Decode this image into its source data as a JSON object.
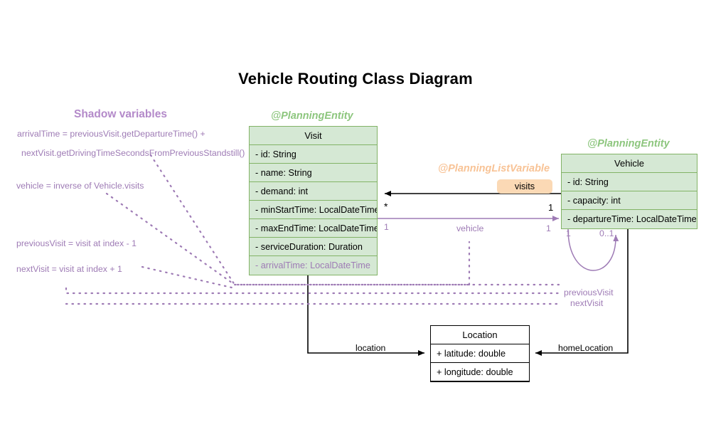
{
  "title": "Vehicle Routing Class Diagram",
  "colors": {
    "entity_fill": "#d5e8d4",
    "entity_border": "#82b366",
    "stereotype_green": "#8dc67e",
    "stereotype_orange": "#f8c396",
    "shadow_purple": "#9e7bb5",
    "panel_title_purple": "#b389c9",
    "badge_fill": "#fbd9b5",
    "plain_border": "#000000"
  },
  "classes": {
    "visit": {
      "stereotype": "@PlanningEntity",
      "name": "Visit",
      "attributes": [
        "- id: String",
        "- name: String",
        "- demand: int",
        "- minStartTime: LocalDateTime",
        "- maxEndTime: LocalDateTime",
        "- serviceDuration: Duration",
        "- arrivalTime: LocalDateTime"
      ]
    },
    "vehicle": {
      "stereotype": "@PlanningEntity",
      "name": "Vehicle",
      "attributes": [
        "- id: String",
        "- capacity: int",
        "- departureTime: LocalDateTime"
      ]
    },
    "location": {
      "name": "Location",
      "attributes": [
        "+ latitude: double",
        "+ longitude: double"
      ]
    }
  },
  "shadow_panel": {
    "title": "Shadow variables",
    "notes": [
      "arrivalTime = previousVisit.getDepartureTime() +",
      "nextVisit.getDrivingTimeSecondsFromPreviousStandstill()",
      "vehicle = inverse of Vehicle.visits",
      "previousVisit = visit at index - 1",
      "nextVisit = visit at index + 1"
    ]
  },
  "associations": {
    "visits": {
      "stereotype": "@PlanningListVariable",
      "badge_label": "visits",
      "source_multiplicity": "*",
      "target_multiplicity": "1"
    },
    "vehicle_ref": {
      "label": "vehicle",
      "source_multiplicity": "1",
      "target_multiplicity": "1"
    },
    "self_loop": {
      "labels": [
        "previousVisit",
        "nextVisit"
      ],
      "source_multiplicity": "1",
      "target_multiplicity": "0..1"
    },
    "location_ref": {
      "label": "location"
    },
    "home_location_ref": {
      "label": "homeLocation"
    }
  }
}
